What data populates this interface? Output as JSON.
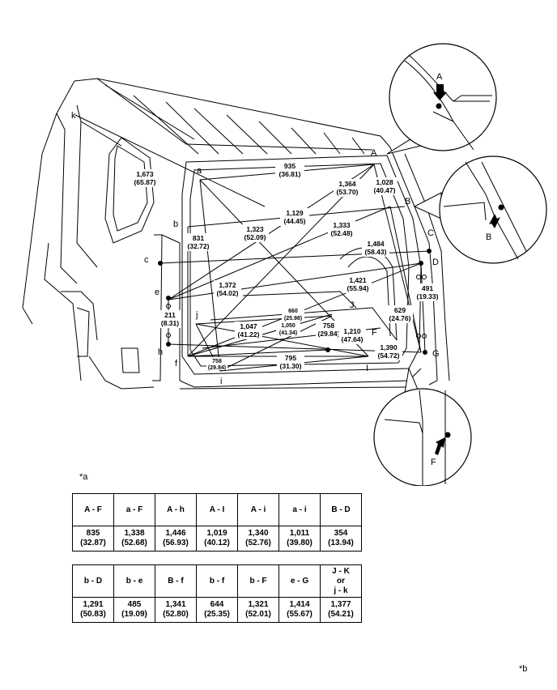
{
  "footnote_a": "*a",
  "footnote_b": "*b",
  "points": {
    "A": "A",
    "B": "B",
    "C": "C",
    "D": "D",
    "F": "F",
    "G": "G",
    "I": "I",
    "J": "J",
    "a": "a",
    "b": "b",
    "c": "c",
    "e": "e",
    "f": "f",
    "h": "h",
    "i": "i",
    "j": "j",
    "k": "k"
  },
  "callouts": {
    "A": "A",
    "B": "B",
    "F": "F"
  },
  "dimensions": [
    {
      "mm": "1,673",
      "in": "(65.87)"
    },
    {
      "mm": "935",
      "in": "(36.81)"
    },
    {
      "mm": "1,364",
      "in": "(53.70)"
    },
    {
      "mm": "1,028",
      "in": "(40.47)"
    },
    {
      "mm": "1,129",
      "in": "(44.45)"
    },
    {
      "mm": "1,323",
      "in": "(52.09)"
    },
    {
      "mm": "831",
      "in": "(32.72)"
    },
    {
      "mm": "1,333",
      "in": "(52.48)"
    },
    {
      "mm": "1,484",
      "in": "(58.43)"
    },
    {
      "mm": "1,372",
      "in": "(54.02)"
    },
    {
      "mm": "1,421",
      "in": "(55.94)"
    },
    {
      "mm": "491",
      "in": "(19.33)"
    },
    {
      "mm": "211",
      "in": "(8.31)"
    },
    {
      "mm": "660",
      "in": "(25.98)"
    },
    {
      "mm": "1,047",
      "in": "(41.22)"
    },
    {
      "mm": "1,050",
      "in": "(41.34)"
    },
    {
      "mm": "758",
      "in": "(29.84)"
    },
    {
      "mm": "629",
      "in": "(24.76)"
    },
    {
      "mm": "1,210",
      "in": "(47.64)"
    },
    {
      "mm": "1,390",
      "in": "(54.72)"
    },
    {
      "mm": "758",
      "in": "(29.84)"
    },
    {
      "mm": "795",
      "in": "(31.30)"
    }
  ],
  "table1": {
    "headers": [
      "A - F",
      "a - F",
      "A - h",
      "A - I",
      "A - i",
      "a - i",
      "B - D"
    ],
    "values": [
      "835\n(32.87)",
      "1,338\n(52.68)",
      "1,446\n(56.93)",
      "1,019\n(40.12)",
      "1,340\n(52.76)",
      "1,011\n(39.80)",
      "354\n(13.94)"
    ]
  },
  "table2": {
    "headers": [
      "b - D",
      "b - e",
      "B - f",
      "b - f",
      "b - F",
      "e - G",
      "J - K\nor\nj - k"
    ],
    "values": [
      "1,291\n(50.83)",
      "485\n(19.09)",
      "1,341\n(52.80)",
      "644\n(25.35)",
      "1,321\n(52.01)",
      "1,414\n(55.67)",
      "1,377\n(54.21)"
    ]
  }
}
